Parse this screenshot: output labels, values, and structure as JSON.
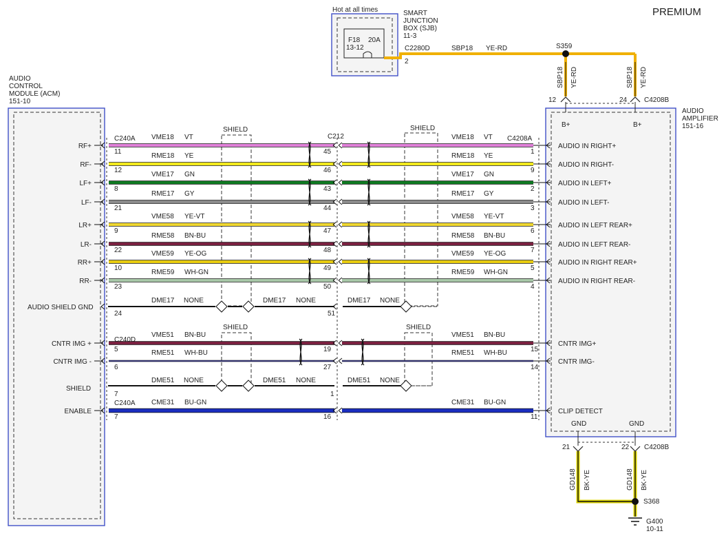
{
  "title": "PREMIUM",
  "sjb": {
    "note": "Hot at all times",
    "label": [
      "SMART",
      "JUNCTION",
      "BOX (SJB)",
      "11-3"
    ],
    "fuse_id": "F18",
    "fuse_rating": "20A",
    "fuse_pins": "13-12",
    "connector": "C2280D",
    "pin": "2"
  },
  "feed_circuit": "SBP18",
  "feed_color": "YE-RD",
  "splice_top": "S359",
  "amp_feed": [
    {
      "circuit": "SBP18",
      "color": "YE-RD",
      "pin": "12",
      "terminal": "B+"
    },
    {
      "circuit": "SBP18",
      "color": "YE-RD",
      "pin": "24",
      "terminal": "B+"
    }
  ],
  "amp_power_connector": "C4208B",
  "acm": {
    "label": [
      "AUDIO",
      "CONTROL",
      "MODULE (ACM)",
      "151-10"
    ]
  },
  "amp": {
    "label": [
      "AUDIO",
      "AMPLIFIER",
      "151-16"
    ]
  },
  "shield_label": "SHIELD",
  "connectors": {
    "acm_a": "C240A",
    "acm_d": "C240D",
    "acm_a2": "C240A",
    "inline": "C212",
    "amp": "C4208A"
  },
  "signals": [
    {
      "acm": "RF+",
      "pin1": "11",
      "circuit": "VME18",
      "color": "VT",
      "pin2": "45",
      "pin3": "1",
      "amp": "AUDIO IN RIGHT+",
      "hex": "#e080d8"
    },
    {
      "acm": "RF-",
      "pin1": "12",
      "circuit": "RME18",
      "color": "YE",
      "pin2": "46",
      "pin3": "9",
      "amp": "AUDIO IN RIGHT-",
      "hex": "#f2ea1e"
    },
    {
      "acm": "LF+",
      "pin1": "8",
      "circuit": "VME17",
      "color": "GN",
      "pin2": "43",
      "pin3": "2",
      "amp": "AUDIO IN LEFT+",
      "hex": "#0f7a22"
    },
    {
      "acm": "LF-",
      "pin1": "21",
      "circuit": "RME17",
      "color": "GY",
      "pin2": "44",
      "pin3": "3",
      "amp": "AUDIO IN LEFT-",
      "hex": "#8c8c8c"
    },
    {
      "acm": "LR+",
      "pin1": "9",
      "circuit": "VME58",
      "color": "YE-VT",
      "pin2": "47",
      "pin3": "6",
      "amp": "AUDIO IN LEFT REAR+",
      "hex": "#f0d830"
    },
    {
      "acm": "LR-",
      "pin1": "22",
      "circuit": "RME58",
      "color": "BN-BU",
      "pin2": "48",
      "pin3": "7",
      "amp": "AUDIO IN LEFT REAR-",
      "hex": "#7a2040"
    },
    {
      "acm": "RR+",
      "pin1": "10",
      "circuit": "VME59",
      "color": "YE-OG",
      "pin2": "49",
      "pin3": "5",
      "amp": "AUDIO IN RIGHT REAR+",
      "hex": "#e8cc10"
    },
    {
      "acm": "RR-",
      "pin1": "23",
      "circuit": "RME59",
      "color": "WH-GN",
      "pin2": "50",
      "pin3": "4",
      "amp": "AUDIO IN RIGHT REAR-",
      "hex": "#a8c8a8"
    }
  ],
  "shield1": {
    "acm": "AUDIO SHIELD GND",
    "pin1": "24",
    "circuit1": "DME17",
    "color1": "NONE",
    "circuit2": "DME17",
    "color2": "NONE",
    "circuit3": "DME17",
    "color3": "NONE",
    "pin2": "51"
  },
  "cntr": [
    {
      "acm": "CNTR IMG +",
      "pin1": "5",
      "circuit": "VME51",
      "color": "BN-BU",
      "pin2": "19",
      "pin3": "15",
      "amp": "CNTR IMG+",
      "hex": "#7a2040"
    },
    {
      "acm": "CNTR IMG -",
      "pin1": "6",
      "circuit": "RME51",
      "color": "WH-BU",
      "pin2": "27",
      "pin3": "14",
      "amp": "CNTR IMG-",
      "hex": "#5858d0"
    }
  ],
  "shield2": {
    "acm": "SHIELD",
    "pin1": "7",
    "circuit1": "DME51",
    "color1": "NONE",
    "circuit2": "DME51",
    "color2": "NONE",
    "circuit3": "DME51",
    "color3": "NONE",
    "pin2": "1"
  },
  "enable": {
    "acm": "ENABLE",
    "pin1": "7",
    "circuit": "CME31",
    "color": "BU-GN",
    "pin2": "16",
    "pin3": "11",
    "amp": "CLIP DETECT",
    "hex": "#1a2ec0"
  },
  "amp_gnd": [
    {
      "terminal": "GND",
      "pin": "21",
      "circuit": "GD148",
      "color": "BK-YE"
    },
    {
      "terminal": "GND",
      "pin": "22",
      "circuit": "GD148",
      "color": "BK-YE"
    }
  ],
  "amp_gnd_connector": "C4208B",
  "splice_bottom": "S368",
  "ground": {
    "id": "G400",
    "ref": "10-11"
  },
  "colors": {
    "frame": "#4050c8",
    "wire_feed": "#f0b000",
    "wire_gnd": "#d8d000",
    "dash": "#333333"
  }
}
